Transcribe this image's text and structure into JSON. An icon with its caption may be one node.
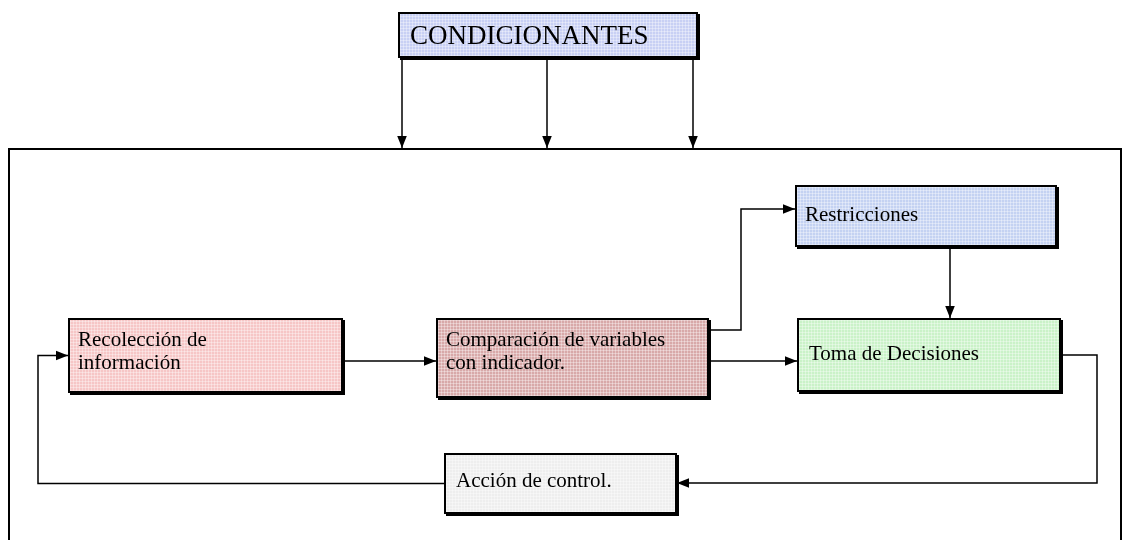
{
  "diagram": {
    "nodes": [
      {
        "text": [
          "CONDICIONANTES"
        ]
      },
      {
        "text": [],
        "shape": "box"
      },
      {
        "text": [
          "Recolección de información"
        ],
        "in": 1
      },
      {
        "text": [
          "Comparación de variables con indicador."
        ],
        "in": 1
      },
      {
        "text": [
          "Restricciones"
        ],
        "in": 1
      },
      {
        "text": [
          "Toma de Decisiones"
        ],
        "in": 1
      },
      {
        "text": [
          "Acción de control."
        ],
        "in": 1
      }
    ],
    "edges": [
      {
        "from": 0,
        "to": 1,
        "arrow": "to"
      },
      {
        "from": 0,
        "to": 1,
        "arrow": "to"
      },
      {
        "from": 0,
        "to": 1,
        "arrow": "to"
      },
      {
        "from": 2,
        "to": 3,
        "arrow": "to"
      },
      {
        "from": 3,
        "to": 4,
        "arrow": "to"
      },
      {
        "from": 3,
        "to": 5,
        "arrow": "to"
      },
      {
        "from": 4,
        "to": 5,
        "arrow": "to"
      },
      {
        "from": 5,
        "to": 6,
        "arrow": "to"
      },
      {
        "from": 6,
        "to": 2,
        "arrow": "to"
      }
    ]
  }
}
